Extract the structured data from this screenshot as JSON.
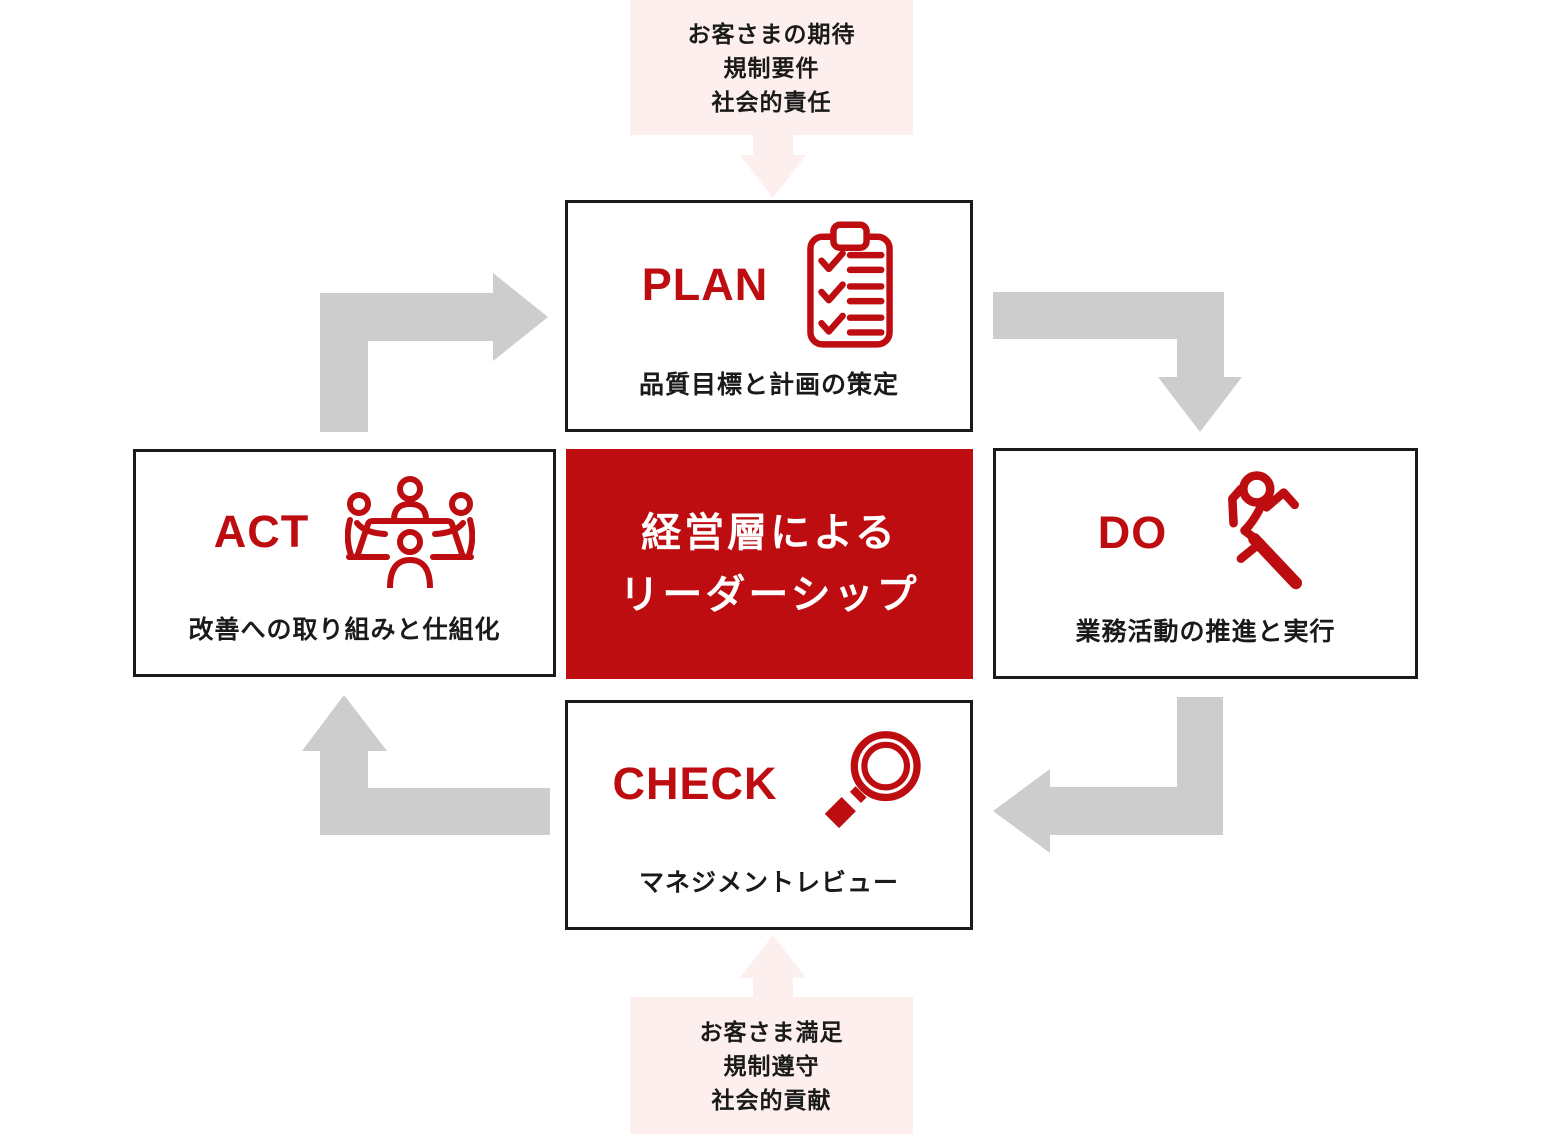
{
  "diagram": {
    "type": "pdca-cycle",
    "colors": {
      "accent_red": "#be0d10",
      "pink_bg": "#fcefee",
      "arrow_gray": "#cdcdcd",
      "text_dark": "#1a1a1a",
      "box_border": "#1a1a1a"
    },
    "inputs_box": {
      "lines": [
        "お客さまの期待",
        "規制要件",
        "社会的責任"
      ]
    },
    "outputs_box": {
      "lines": [
        "お客さま満足",
        "規制遵守",
        "社会的貢献"
      ]
    },
    "center_box": {
      "line1": "経営層による",
      "line2": "リーダーシップ"
    },
    "steps": {
      "plan": {
        "label": "PLAN",
        "caption": "品質目標と計画の策定",
        "icon": "checklist-clipboard-icon"
      },
      "do": {
        "label": "DO",
        "caption": "業務活動の推進と実行",
        "icon": "runner-icon"
      },
      "check": {
        "label": "CHECK",
        "caption": "マネジメントレビュー",
        "icon": "magnifier-icon"
      },
      "act": {
        "label": "ACT",
        "caption": "改善への取り組みと仕組化",
        "icon": "meeting-icon"
      }
    }
  }
}
